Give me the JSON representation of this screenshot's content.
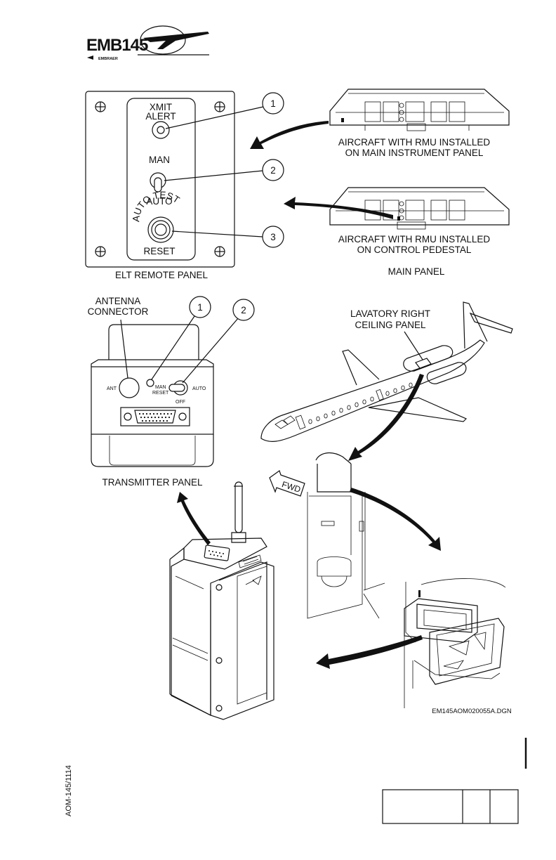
{
  "header": {
    "logo_text": "EMB145",
    "logo_subtext": "EMBRAER"
  },
  "elt_remote_panel": {
    "title": "ELT REMOTE PANEL",
    "xmit_line1": "XMIT",
    "xmit_line2": "ALERT",
    "man_label": "MAN",
    "auto_label": "AUTO",
    "auto_test_label": "AUTO TEST",
    "reset_label": "RESET"
  },
  "main_panel": {
    "title": "MAIN PANEL",
    "caption_1_line1": "AIRCRAFT WITH RMU INSTALLED",
    "caption_1_line2": "ON MAIN INSTRUMENT PANEL",
    "caption_2_line1": "AIRCRAFT WITH RMU INSTALLED",
    "caption_2_line2": "ON CONTROL PEDESTAL"
  },
  "callouts": {
    "c1": "1",
    "c2": "2",
    "c3": "3"
  },
  "transmitter_panel": {
    "title": "TRANSMITTER PANEL",
    "antenna_line1": "ANTENNA",
    "antenna_line2": "CONNECTOR",
    "ant_label": "ANT",
    "man_label": "MAN",
    "reset_label": "RESET",
    "auto_label": "AUTO",
    "off_label": "OFF"
  },
  "aircraft": {
    "lavatory_line1": "LAVATORY RIGHT",
    "lavatory_line2": "CEILING PANEL",
    "fwd_label": "FWD"
  },
  "drawing_id": "EM145AOM020055A.DGN",
  "footer": {
    "doc_code": "AOM-145/1114"
  }
}
